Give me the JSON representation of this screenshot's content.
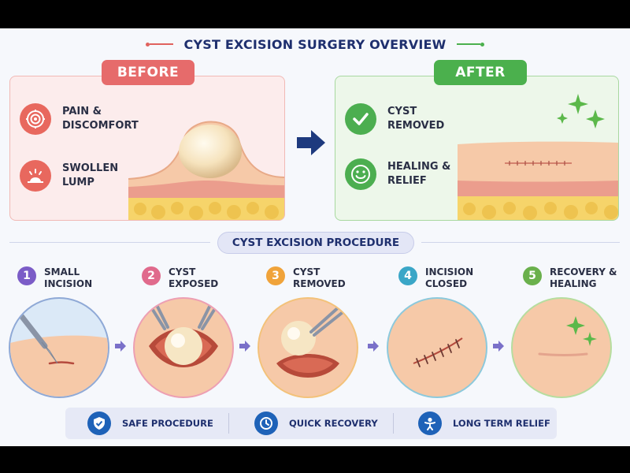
{
  "title": "CYST EXCISION SURGERY OVERVIEW",
  "colors": {
    "navy": "#1e2f6e",
    "red": "#e66b6b",
    "green": "#4bb04d",
    "blue": "#1e62b8",
    "purple": "#7b5cc7",
    "pink": "#e06a8c",
    "orange": "#f0a33a",
    "teal": "#3aa6c7",
    "lime": "#6ab04c"
  },
  "before": {
    "label": "BEFORE",
    "items": [
      {
        "icon": "pain-target-icon",
        "text": "PAIN & DISCOMFORT"
      },
      {
        "icon": "swollen-lump-icon",
        "text": "SWOLLEN LUMP"
      }
    ]
  },
  "after": {
    "label": "AFTER",
    "items": [
      {
        "icon": "checkmark-icon",
        "text": "CYST REMOVED"
      },
      {
        "icon": "smiley-face-icon",
        "text": "HEALING & RELIEF"
      }
    ]
  },
  "procedure": {
    "label": "CYST EXCISION PROCEDURE",
    "steps": [
      {
        "num": "1",
        "text": "SMALL INCISION"
      },
      {
        "num": "2",
        "text": "CYST EXPOSED"
      },
      {
        "num": "3",
        "text": "CYST REMOVED"
      },
      {
        "num": "4",
        "text": "INCISION CLOSED"
      },
      {
        "num": "5",
        "text": "RECOVERY & HEALING"
      }
    ]
  },
  "benefits": [
    {
      "icon": "shield-check-icon",
      "text": "SAFE PROCEDURE"
    },
    {
      "icon": "clock-icon",
      "text": "QUICK RECOVERY"
    },
    {
      "icon": "person-icon",
      "text": "LONG TERM RELIEF"
    }
  ]
}
